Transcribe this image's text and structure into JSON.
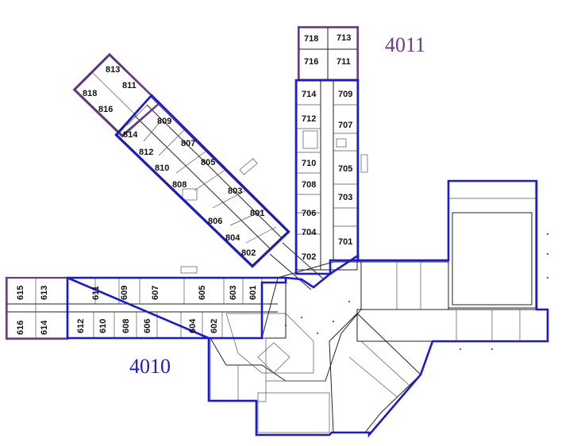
{
  "zones": {
    "zone_4010": {
      "label": "4010",
      "color": "#1a1ad6"
    },
    "zone_4011": {
      "label": "4011",
      "color": "#6b3a8e"
    }
  },
  "wings": {
    "north": {
      "rooms": [
        "718",
        "713",
        "716",
        "711",
        "714",
        "709",
        "712",
        "707",
        "710",
        "705",
        "708",
        "703",
        "706",
        "704",
        "701",
        "702"
      ]
    },
    "northwest": {
      "rooms": [
        "813",
        "811",
        "818",
        "816",
        "809",
        "814",
        "807",
        "812",
        "805",
        "810",
        "808",
        "803",
        "801",
        "806",
        "804",
        "802"
      ]
    },
    "west": {
      "rooms": [
        "615",
        "613",
        "611",
        "609",
        "607",
        "605",
        "603",
        "601",
        "616",
        "614",
        "612",
        "610",
        "608",
        "606",
        "604",
        "602"
      ]
    }
  },
  "colors": {
    "wall": "#222222",
    "blue_outline": "#1a1ad6",
    "purple_outline": "#6b3a8e"
  }
}
